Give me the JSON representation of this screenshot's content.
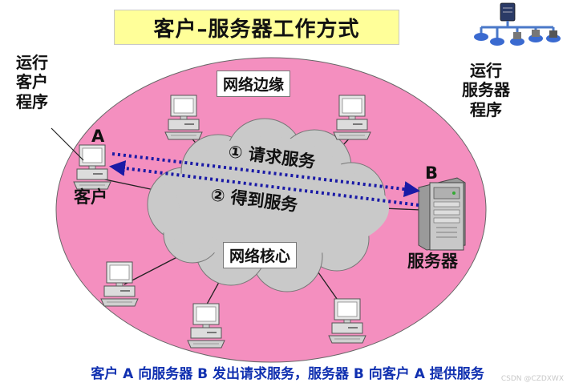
{
  "title": "客户–服务器工作方式",
  "edge_label": "网络边缘",
  "core_label": "网络核心",
  "client_program_label": [
    "运行",
    "客户",
    "程序"
  ],
  "server_program_label": [
    "运行",
    "服务器",
    "程序"
  ],
  "node_a": "A",
  "node_b": "B",
  "client_label": "客户",
  "server_label": "服务器",
  "request_label": "① 请求服务",
  "response_label": "② 得到服务",
  "caption": "客户 A 向服务器 B 发出请求服务，服务器 B 向客户 A 提供服务",
  "watermark": "CSDN @CZDXWX",
  "icons": [
    "computer-icon",
    "server-icon",
    "network-logo-icon"
  ],
  "colors": {
    "edge_fill": "#f48fbf",
    "cloud_fill": "#c9c9c9",
    "arrow": "#1a1aa6",
    "title_bg": "#ffff99",
    "caption_text": "#1030b0"
  }
}
